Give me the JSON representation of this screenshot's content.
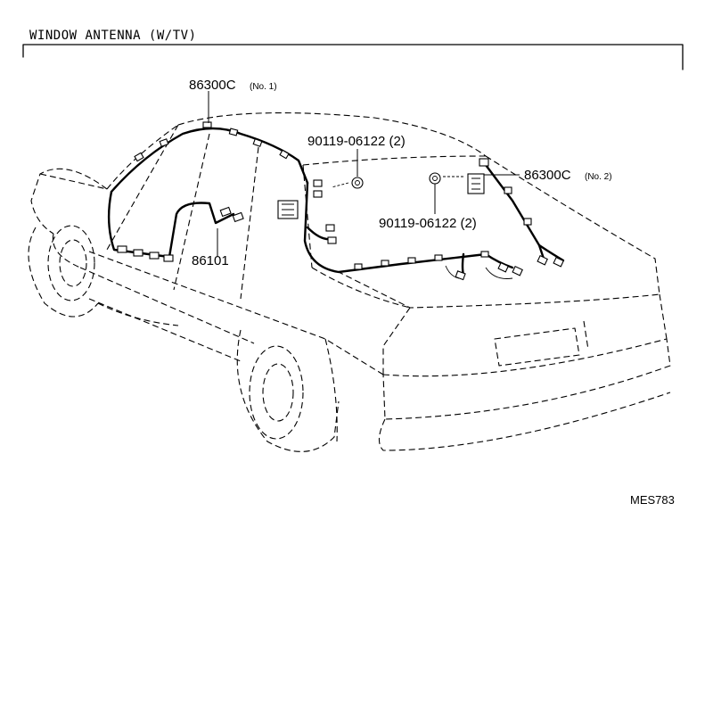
{
  "header": {
    "title": "WINDOW ANTENNA (W/TV)"
  },
  "callouts": [
    {
      "id": "antenna_no1",
      "part": "86300C",
      "note": "(No. 1)"
    },
    {
      "id": "screw_upper",
      "part": "90119-06122 (2)",
      "note": ""
    },
    {
      "id": "antenna_no2",
      "part": "86300C",
      "note": "(No. 2)"
    },
    {
      "id": "screw_lower",
      "part": "90119-06122 (2)",
      "note": ""
    },
    {
      "id": "cord",
      "part": "86101",
      "note": ""
    }
  ],
  "figure_code": "MES783"
}
